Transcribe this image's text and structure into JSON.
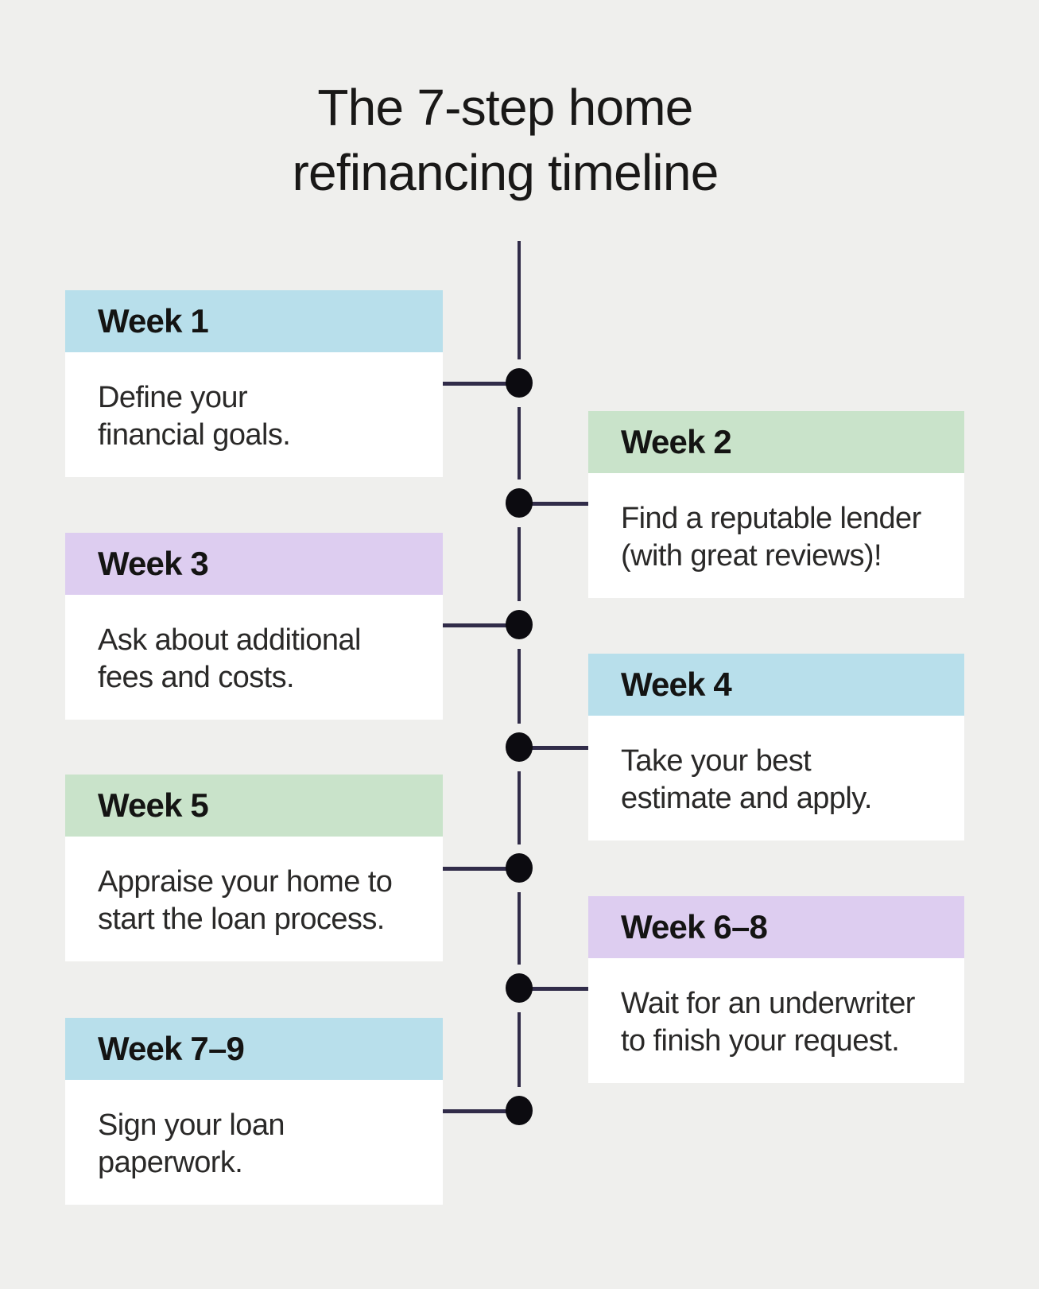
{
  "title": {
    "line1": "The 7-step home",
    "line2": "refinancing timeline"
  },
  "steps": [
    {
      "label": "Week 1",
      "side": "left",
      "header_color": "blue",
      "lines": [
        "Define your",
        "financial goals."
      ]
    },
    {
      "label": "Week 2",
      "side": "right",
      "header_color": "green",
      "lines": [
        "Find a reputable lender",
        "(with great reviews)!"
      ]
    },
    {
      "label": "Week 3",
      "side": "left",
      "header_color": "purple",
      "lines": [
        "Ask about additional",
        "fees and costs."
      ]
    },
    {
      "label": "Week 4",
      "side": "right",
      "header_color": "blue",
      "lines": [
        "Take your best",
        "estimate and apply."
      ]
    },
    {
      "label": "Week 5",
      "side": "left",
      "header_color": "green",
      "lines": [
        "Appraise your home to",
        "start the loan process."
      ]
    },
    {
      "label": "Week 6–8",
      "side": "right",
      "header_color": "purple",
      "lines": [
        "Wait for an underwriter",
        "to finish your request."
      ]
    },
    {
      "label": "Week 7–9",
      "side": "left",
      "header_color": "blue",
      "lines": [
        "Sign your loan",
        "paperwork."
      ]
    }
  ],
  "colors": {
    "background": "#efefed",
    "card": "#ffffff",
    "header_blue": "#b8dfeb",
    "header_green": "#c9e3ca",
    "header_purple": "#ddcdf0",
    "line": "#312c49",
    "dot": "#0c0b10",
    "title_text": "#191817",
    "label_text": "#141413",
    "body_text": "#2a2928"
  }
}
